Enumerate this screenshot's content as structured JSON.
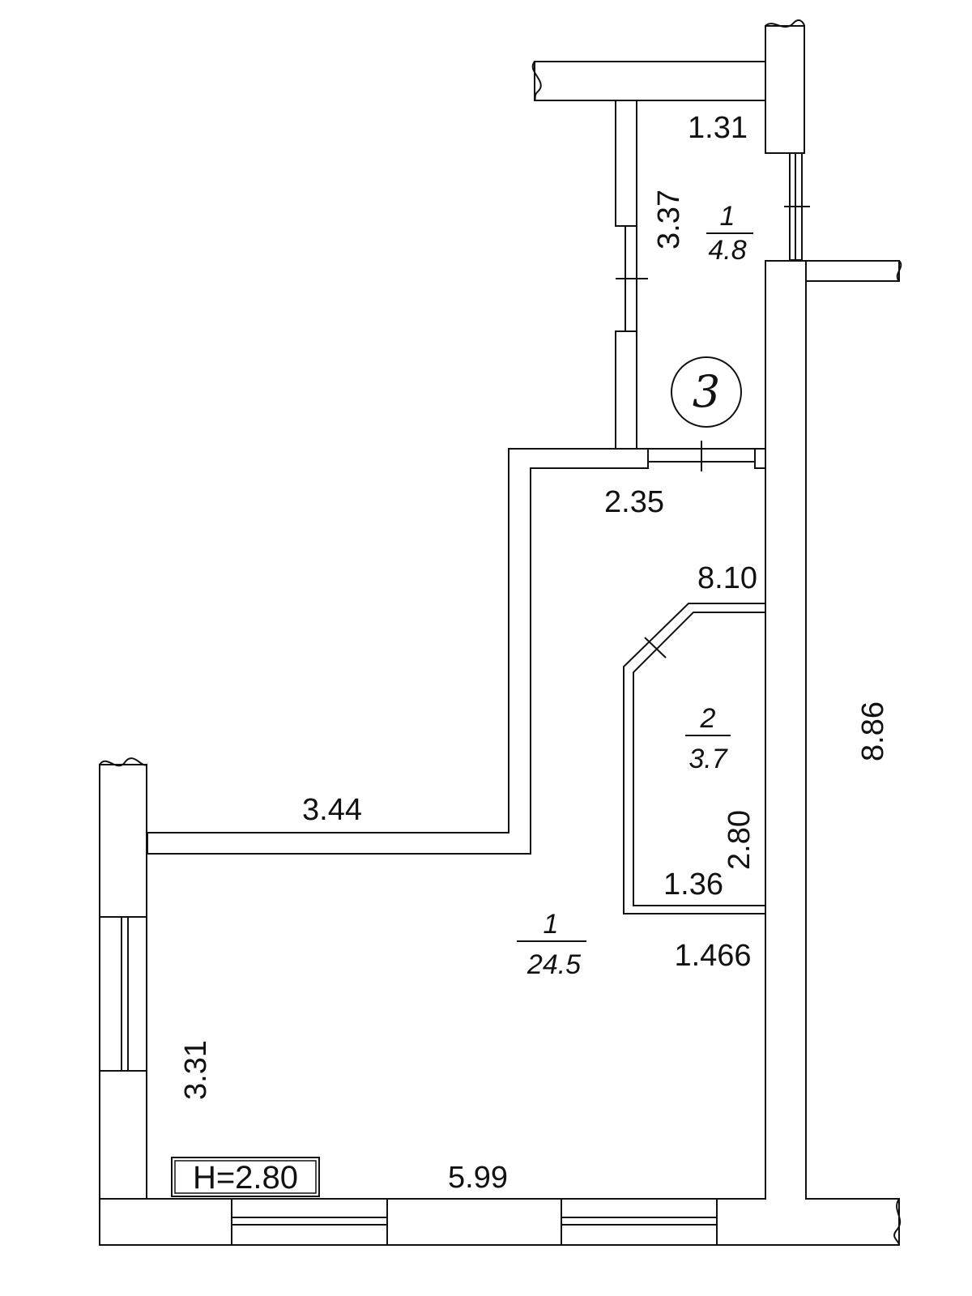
{
  "plan": {
    "unit_number": "3",
    "height_label": "H=2.80",
    "rooms": [
      {
        "number": "1",
        "area": "24.5"
      },
      {
        "number": "2",
        "area": "3.7"
      },
      {
        "number": "1",
        "area": "4.8"
      }
    ],
    "dimensions": {
      "top_width": "1.31",
      "top_height": "3.37",
      "corridor_bottom": "2.35",
      "closet_top": "8.10",
      "right_length": "8.86",
      "closet_height": "2.80",
      "closet_inner": "1.36",
      "closet_bottom": "1.466",
      "upper_left": "3.44",
      "left_height": "3.31",
      "bottom_width": "5.99"
    }
  }
}
